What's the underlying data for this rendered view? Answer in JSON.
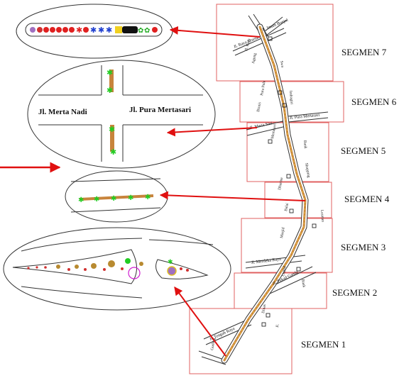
{
  "segments": [
    {
      "label": "SEGMEN 7"
    },
    {
      "label": "SEGMEN 6"
    },
    {
      "label": "SEGMEN 5"
    },
    {
      "label": "SEGMEN 4"
    },
    {
      "label": "SEGMEN 3"
    },
    {
      "label": "SEGMEN 2"
    },
    {
      "label": "SEGMEN 1"
    }
  ],
  "intersection": {
    "left_road": "Jl. Merta Nadi",
    "right_road": "Jl. Pura Mertasari"
  },
  "map_streets": [
    "Jl. Raya Sesetan",
    "Jl. Imam Bonjol",
    "Jl. Pura Mertasari",
    "Jl. Merta Sari",
    "Jl. Merdeka Raya",
    "Jl. Tengah Raya",
    "Jl. Tukad Ganda"
  ],
  "colors": {
    "frame": "#e06060",
    "arrow": "#e01010",
    "median": "#c8843c",
    "plant_green": "#22cc22"
  }
}
